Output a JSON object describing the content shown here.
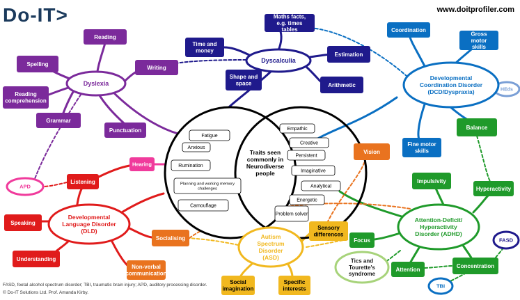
{
  "brand": {
    "logo": "Do-IT>",
    "url": "www.doitprofiler.com"
  },
  "footer": {
    "abbreviations": "FASD, foetal alcohol spectrum disorder; TBI, traumatic brain injury; APD, auditory processing disorder.",
    "copyright": "© Do-IT Solutions Ltd. Prof. Amanda Kirby."
  },
  "colors": {
    "dyslexia": "#7b2a9b",
    "dyscalculia": "#1f1a8c",
    "dcd": "#0a6fc2",
    "adhd": "#1f9a2a",
    "dld": "#e01b1b",
    "asd": "#f1b81f",
    "orange": "#e9731f",
    "hearing": "#f03b9c",
    "venn": "#000000"
  },
  "center": {
    "label": "Traits seen commonly in Neurodiverse people",
    "left_traits": [
      "Fatigue",
      "Anxious",
      "Rumination",
      "Planning and working memory challenges",
      "Camouflage"
    ],
    "right_traits": [
      "Empathic",
      "Creative",
      "Persistent",
      "Imaginative",
      "Analytical",
      "Energetic",
      "Problem solver"
    ]
  },
  "nodes": {
    "dyslexia": "Dyslexia",
    "reading": "Reading",
    "spelling": "Spelling",
    "reading_comprehension": "Reading comprehension",
    "grammar": "Grammar",
    "punctuation": "Punctuation",
    "writing": "Writing",
    "dyscalculia": "Dyscalculia",
    "maths_facts": "Maths facts, e.g. times tables",
    "time_money": "Time and money",
    "estimation": "Estimation",
    "arithmetic": "Arithmetic",
    "shape_space": "Shape and space",
    "dcd": "Developmental Coordination Disorder (DCD/Dyspraxia)",
    "coordination": "Coordination",
    "gross_motor": "Gross motor skills",
    "heds": "HEds",
    "balance": "Balance",
    "fine_motor": "Fine motor skills",
    "vision": "Vision",
    "adhd": "Attention-Deficit/ Hyperactivity Disorder (ADHD)",
    "impulsivity": "Impulsivity",
    "hyperactivity": "Hyperactivity",
    "attention": "Attention",
    "concentration": "Concentration",
    "fasd": "FASD",
    "tbi": "TBI",
    "tics": "Tics and Tourette's syndrome",
    "focus": "Focus",
    "asd": "Autism Spectrum Disorder (ASD)",
    "sensory": "Sensory differences",
    "social_imagination": "Social imagination",
    "specific_interests": "Specific interests",
    "dld": "Developmental Language Disorder (DLD)",
    "hearing": "Hearing",
    "listening": "Listening",
    "apd": "APD",
    "speaking": "Speaking",
    "understanding": "Understanding",
    "socialising": "Socialising",
    "nonverbal": "Non-verbal communication"
  }
}
